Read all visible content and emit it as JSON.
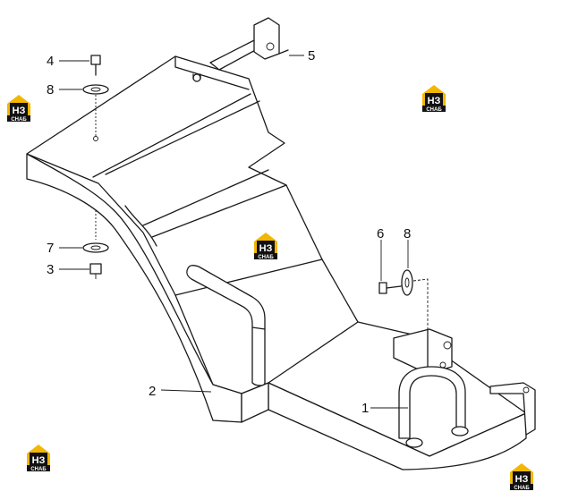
{
  "callouts": [
    "1",
    "2",
    "3",
    "4",
    "5",
    "6",
    "7",
    "8",
    "8"
  ],
  "logo": {
    "top": "НЗ",
    "bottom": "СНАБ",
    "colors": {
      "yellow": "#f2b705",
      "black": "#111111"
    }
  }
}
